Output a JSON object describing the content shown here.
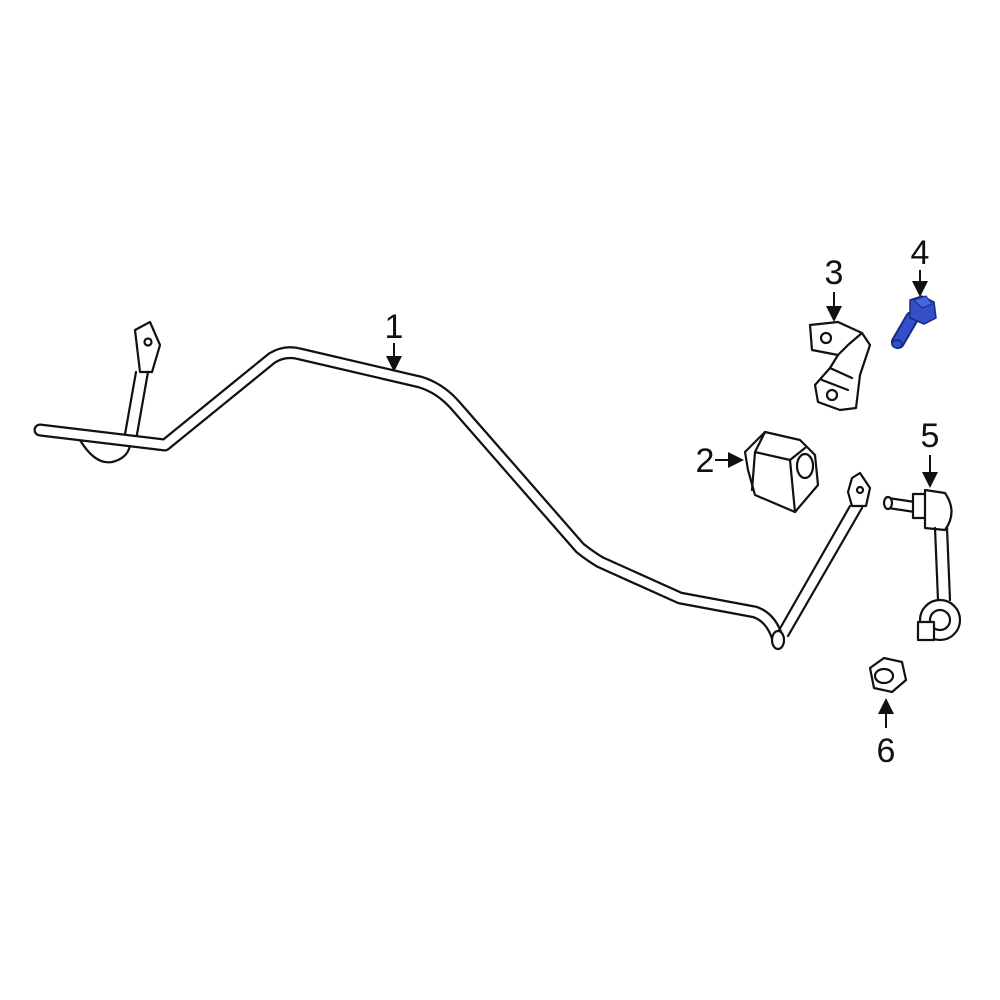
{
  "diagram": {
    "callouts": [
      {
        "number": "1",
        "part": "stabilizer-bar"
      },
      {
        "number": "2",
        "part": "bushing"
      },
      {
        "number": "3",
        "part": "bracket"
      },
      {
        "number": "4",
        "part": "bolt"
      },
      {
        "number": "5",
        "part": "stabilizer-link"
      },
      {
        "number": "6",
        "part": "nut"
      }
    ],
    "colors": {
      "line": "#111111",
      "highlight": "#3350c8",
      "highlight_dark": "#1a2a80",
      "background": "#ffffff"
    }
  }
}
